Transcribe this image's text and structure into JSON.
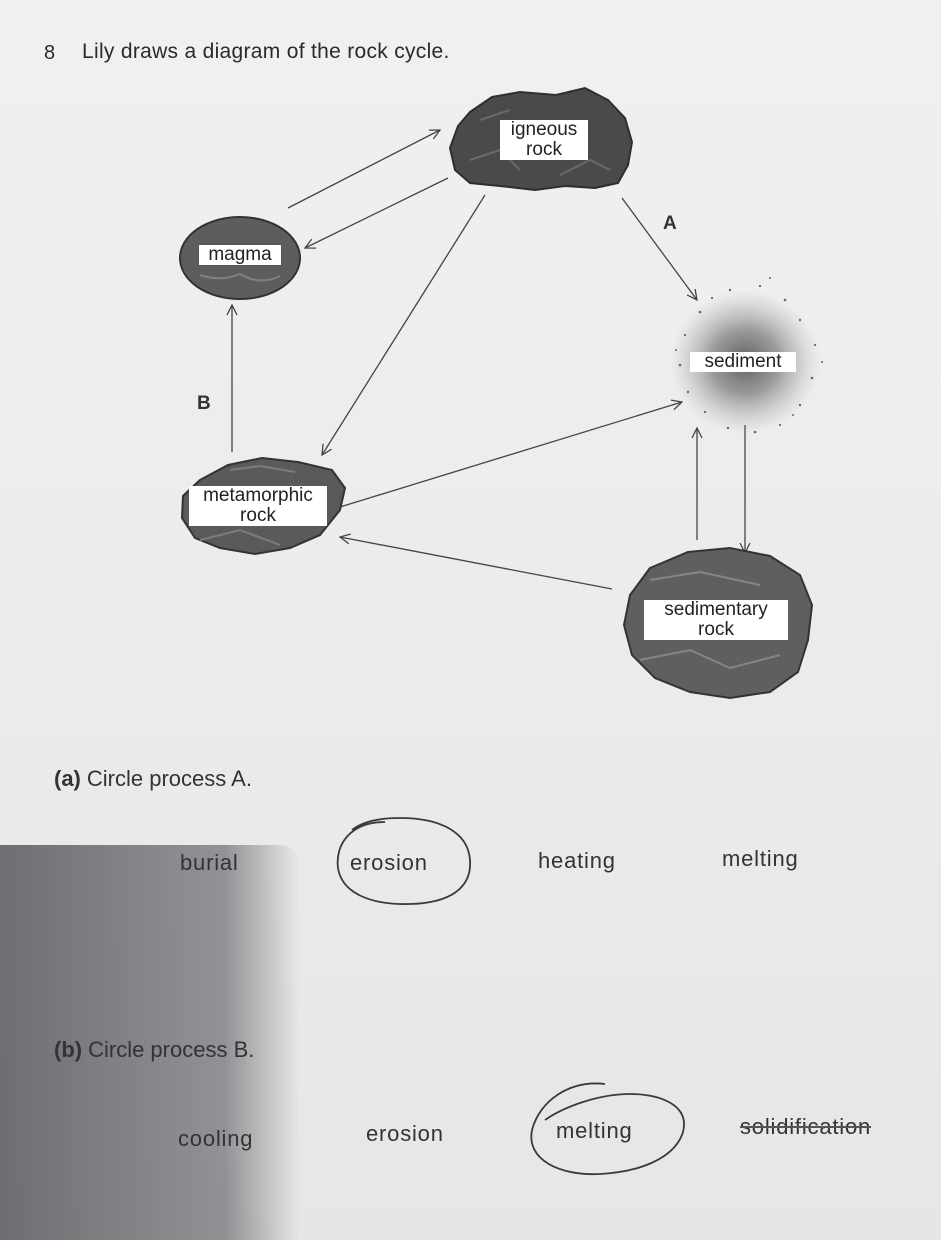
{
  "question": {
    "number": "8",
    "text": "Lily draws a diagram of the rock cycle."
  },
  "diagram": {
    "nodes": {
      "igneous": [
        "igneous",
        "rock"
      ],
      "magma": [
        "magma"
      ],
      "sediment": [
        "sediment"
      ],
      "metamorphic": [
        "metamorphic",
        "rock"
      ],
      "sedimentary": [
        "sedimentary",
        "rock"
      ]
    },
    "labels": {
      "A": "A",
      "B": "B"
    }
  },
  "part_a": {
    "label": "(a)",
    "prompt": "Circle process A.",
    "options": [
      "burial",
      "erosion",
      "heating",
      "melting"
    ],
    "circled": "erosion"
  },
  "part_b": {
    "label": "(b)",
    "prompt": "Circle process B.",
    "options": [
      "cooling",
      "erosion",
      "melting",
      "solidification"
    ],
    "circled": "melting",
    "struck": "solidification"
  }
}
